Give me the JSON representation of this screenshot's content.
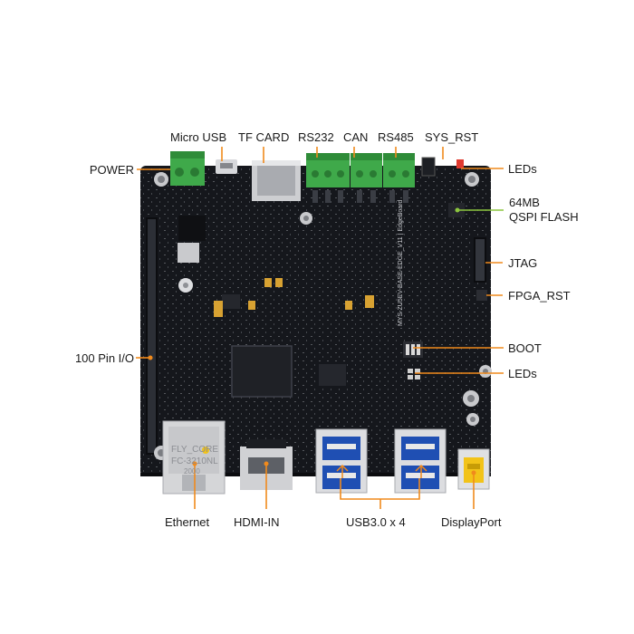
{
  "colors": {
    "leader_line": "#f08a1c",
    "flash_leader": "#8cc63f",
    "board": "#15171c",
    "terminal_green": "#3fa94a",
    "white_connector": "#e8e8e8",
    "dp_yellow": "#f2c318",
    "usb_blue": "#1f4fb3"
  },
  "labels": {
    "power": "POWER",
    "micro_usb": "Micro USB",
    "tf_card": "TF CARD",
    "rs232": "RS232",
    "can": "CAN",
    "rs485": "RS485",
    "sys_rst": "SYS_RST",
    "leds_top": "LEDs",
    "flash_line1": "64MB",
    "flash_line2": "QSPI FLASH",
    "jtag": "JTAG",
    "fpga_rst": "FPGA_RST",
    "io100": "100 Pin I/O",
    "boot": "BOOT",
    "leds_mid": "LEDs",
    "ethernet": "Ethernet",
    "hdmi_in": "HDMI-IN",
    "usb3": "USB3.0 x 4",
    "displayport": "DisplayPort"
  },
  "board_silkscreen": {
    "title": "MYS-ZU5EV-BASE-EDGE_V11 | EdgeBoard",
    "rj45_brand": "FLY_CORE",
    "rj45_part": "FC-3210NL",
    "rj45_code": "2000"
  },
  "icons": {
    "ethernet_jack": "rj45-jack-icon",
    "usb_logo": "usb-trident-icon",
    "screw": "screw-icon"
  }
}
